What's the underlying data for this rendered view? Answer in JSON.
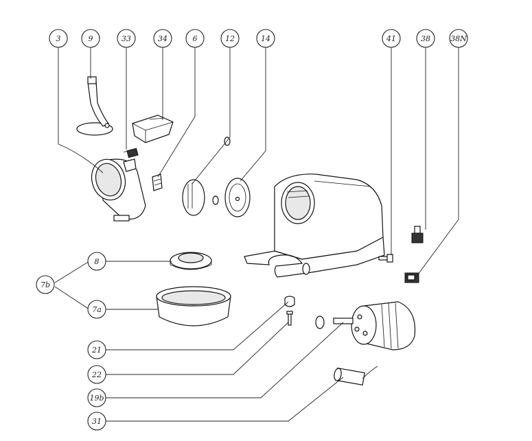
{
  "callouts": {
    "c3": "3",
    "c9": "9",
    "c33": "33",
    "c34": "34",
    "c6": "6",
    "c12": "12",
    "c14": "14",
    "c41": "41",
    "c38": "38",
    "c38n": "38N",
    "c8": "8",
    "c7b": "7b",
    "c7a": "7a",
    "c21": "21",
    "c22": "22",
    "c19b": "19b",
    "c31": "31"
  }
}
